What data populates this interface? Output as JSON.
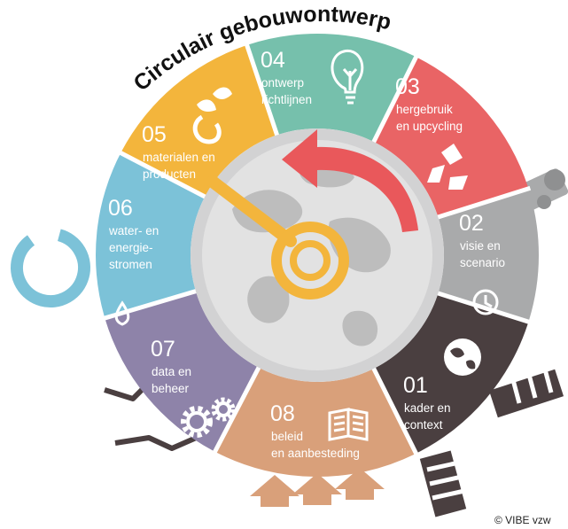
{
  "title": "Circulair gebouwontwerp",
  "credit": "© VIBE vzw",
  "colors": {
    "seg01": "#4a3f40",
    "seg02": "#a9aaab",
    "seg03": "#e96465",
    "seg04": "#76c0ac",
    "seg05": "#f3b53c",
    "seg06": "#7cc2d8",
    "seg07": "#8e83a9",
    "seg08": "#d9a07a",
    "center_ring": "#f3b53c",
    "arrow": "#e9585b"
  },
  "segments": [
    {
      "key": "seg01",
      "number": "01",
      "lines": [
        "kader en",
        "context"
      ],
      "icon": "globe-icon"
    },
    {
      "key": "seg02",
      "number": "02",
      "lines": [
        "visie en",
        "scenario"
      ],
      "icon": "clock-icon"
    },
    {
      "key": "seg03",
      "number": "03",
      "lines": [
        "hergebruik",
        "en upcycling"
      ],
      "icon": "recycle-icon"
    },
    {
      "key": "seg04",
      "number": "04",
      "lines": [
        "ontwerp",
        "richtlijnen"
      ],
      "icon": "lightbulb-icon"
    },
    {
      "key": "seg05",
      "number": "05",
      "lines": [
        "materialen en",
        "producten"
      ],
      "icon": "plant-icon"
    },
    {
      "key": "seg06",
      "number": "06",
      "lines": [
        "water- en",
        "energie-",
        "stromen"
      ],
      "icon": "water-drop-icon"
    },
    {
      "key": "seg07",
      "number": "07",
      "lines": [
        "data en",
        "beheer"
      ],
      "icon": "gears-icon"
    },
    {
      "key": "seg08",
      "number": "08",
      "lines": [
        "beleid",
        "en aanbesteding"
      ],
      "icon": "book-icon"
    }
  ]
}
